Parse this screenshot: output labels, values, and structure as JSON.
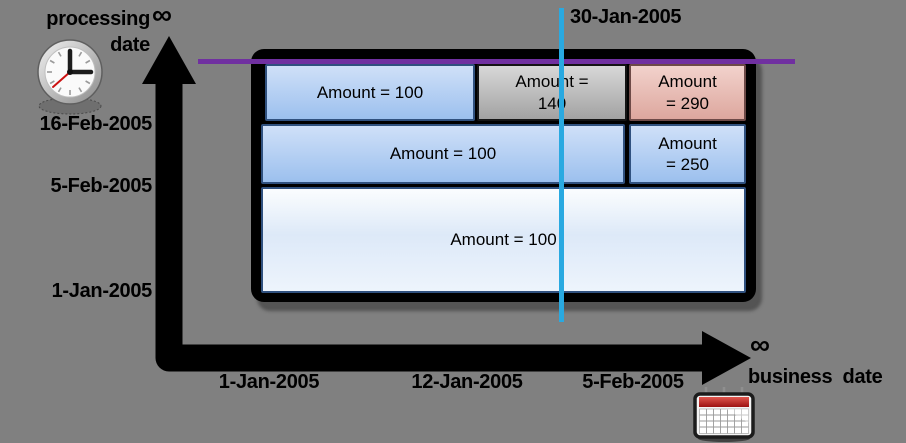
{
  "diagram": {
    "type": "bitemporal-timeline-diagram",
    "background_color": "#808080"
  },
  "processing_axis": {
    "label_line1": "processing",
    "label_line2": "date",
    "infinity_symbol": "∞",
    "ticks": [
      "16-Feb-2005",
      "5-Feb-2005",
      "1-Jan-2005"
    ]
  },
  "business_axis": {
    "label": "business date",
    "infinity_symbol": "∞",
    "ticks": [
      "1-Jan-2005",
      "12-Jan-2005",
      "5-Feb-2005"
    ]
  },
  "query_line": {
    "label": "30-Jan-2005",
    "color": "#29a9e1"
  },
  "current_processing_line": {
    "color": "#7030a0"
  },
  "cells": {
    "r1_blue": {
      "line1": "Amount = 100"
    },
    "r1_gray": {
      "line1": "Amount =",
      "line2": "140"
    },
    "r1_pink": {
      "line1": "Amount",
      "line2": "= 290"
    },
    "r2_blue_wide": {
      "line1": "Amount = 100"
    },
    "r2_blue": {
      "line1": "Amount",
      "line2": "= 250"
    },
    "r3_light": {
      "line1": "Amount = 100"
    }
  },
  "icons": {
    "clock": "clock-icon",
    "calendar": "calendar-icon"
  },
  "colors": {
    "axis": "#000000",
    "box_blue_top": "#cfe0f8",
    "box_blue_bottom": "#9cc0ee",
    "box_blue_border": "#30517f",
    "box_gray_top": "#d8d8d8",
    "box_gray_bottom": "#a2a2a2",
    "box_gray_border": "#141414",
    "box_pink_top": "#f2d2cc",
    "box_pink_bottom": "#dda79e",
    "box_pink_border": "#6e4a47",
    "box_light_top": "#fbfdfe",
    "box_light_bottom": "#edf4fc"
  }
}
